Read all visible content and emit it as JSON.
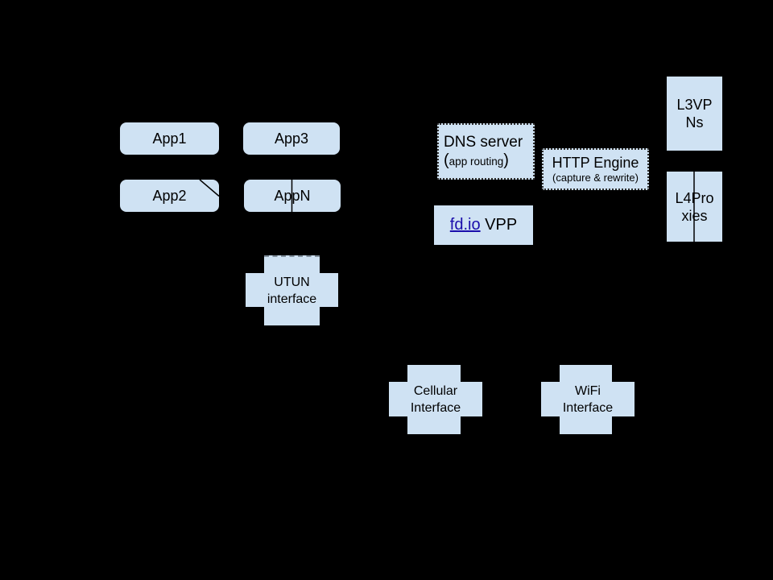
{
  "canvas": {
    "background_color": "#000000",
    "box_fill_color": "#cfe2f3",
    "connector_line_color": "#000000",
    "link_color": "#1a0dab"
  },
  "apps": [
    {
      "label": "App1"
    },
    {
      "label": "App3"
    },
    {
      "label": "App2"
    },
    {
      "label": "AppN"
    }
  ],
  "dns_server": {
    "title": "DNS server",
    "sub_open_paren": "(",
    "sub_text": "app routing",
    "sub_close_paren": ")"
  },
  "http_engine": {
    "title": "HTTP Engine",
    "subtitle": "(capture & rewrite)"
  },
  "l3vpns": {
    "line1": "L3VP",
    "line2": "Ns"
  },
  "l4proxies": {
    "line1": "L4Pro",
    "line2": "xies"
  },
  "vpp": {
    "link_text": "fd.io",
    "rest_text": " VPP"
  },
  "utun": {
    "line1": "UTUN",
    "line2": "interface"
  },
  "cellular": {
    "line1": "Cellular",
    "line2": "Interface"
  },
  "wifi": {
    "line1": "WiFi",
    "line2": "Interface"
  }
}
